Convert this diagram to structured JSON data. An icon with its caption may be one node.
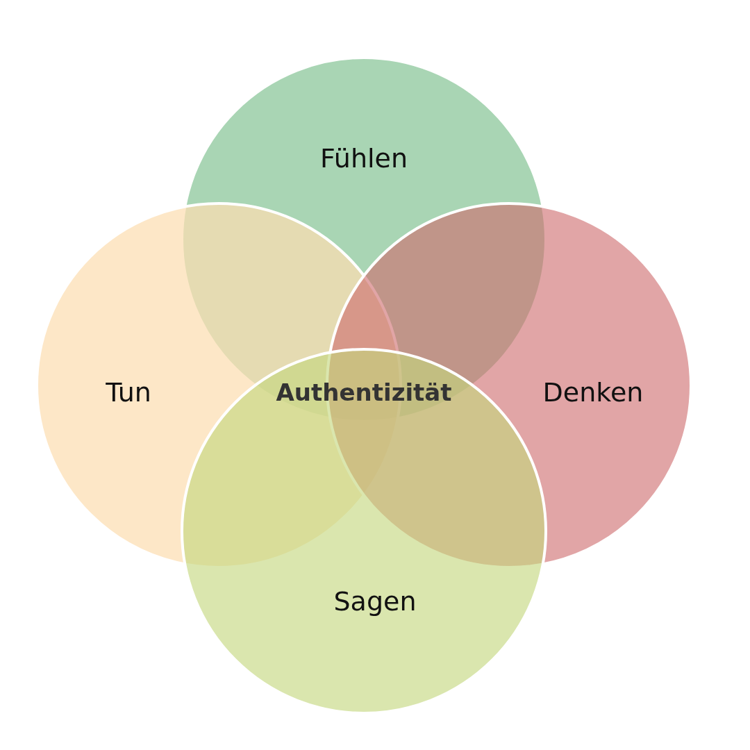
{
  "diagram": {
    "nodes": [
      {
        "text": [
          "Fühlen"
        ]
      },
      {
        "text": [
          "Tun"
        ]
      },
      {
        "text": [
          "Denken"
        ]
      },
      {
        "text": [
          "Sagen"
        ]
      }
    ],
    "labels": [
      "Authentizität"
    ]
  }
}
